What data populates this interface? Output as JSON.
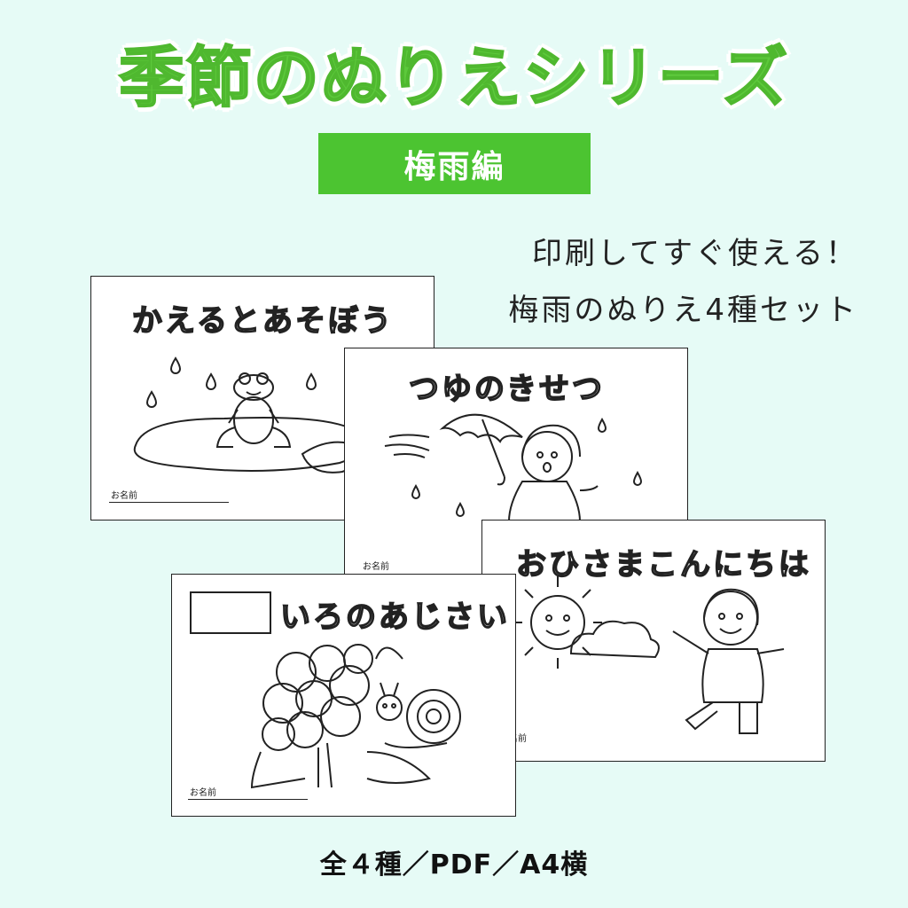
{
  "header": {
    "title": "季節のぬりえシリーズ",
    "subtitle": "梅雨編"
  },
  "tagline": {
    "line1": "印刷してすぐ使える！",
    "line2": "梅雨のぬりえ4種セット"
  },
  "sheets": [
    {
      "title": "かえるとあそぼう",
      "name_label": "お名前",
      "illustration": "frog-on-lilypad"
    },
    {
      "title": "つゆのきせつ",
      "name_label": "お名前",
      "illustration": "child-with-umbrella"
    },
    {
      "title": "おひさまこんにちは",
      "name_label": "お名前",
      "illustration": "sun-and-child"
    },
    {
      "title": "いろのあじさい",
      "name_label": "お名前",
      "illustration": "hydrangea-and-snail"
    }
  ],
  "footer": {
    "text": "全４種／PDF／A4横"
  },
  "colors": {
    "background": "#e6fbf6",
    "accent": "#4cc431",
    "title": "#5cc93b"
  }
}
